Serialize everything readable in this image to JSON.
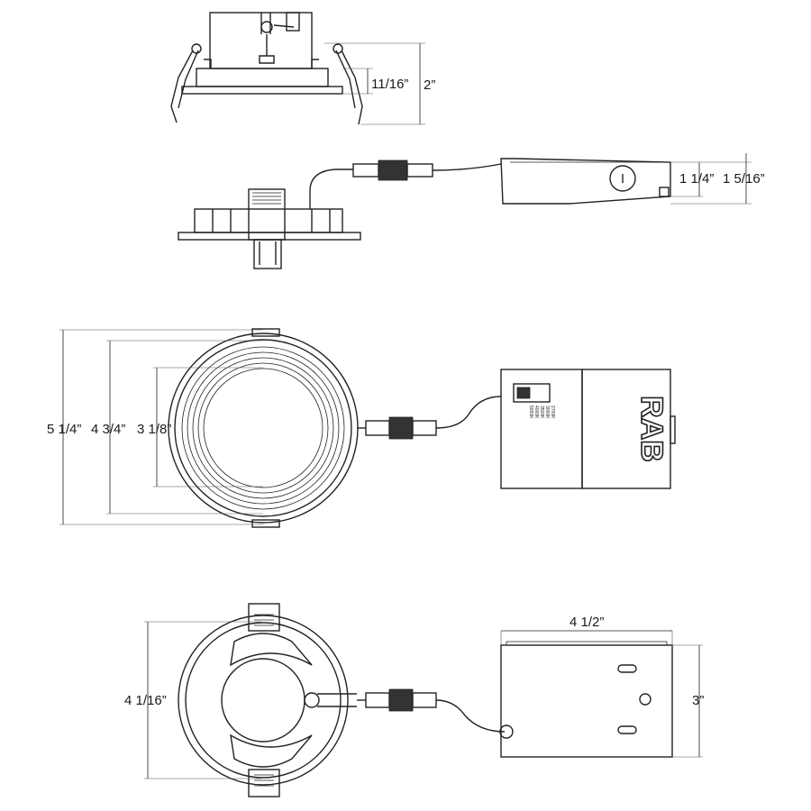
{
  "side_view": {
    "dim_height_trim": "11/16”",
    "dim_height_total": "2”"
  },
  "junction_box_side": {
    "dim_height_inner": "1 1/4”",
    "dim_height_outer": "1 5/16”"
  },
  "front_view": {
    "dim_outer_diameter": "5 1/4”",
    "dim_trim_diameter": "4 3/4”",
    "dim_aperture": "3 1/8”",
    "logo_text": "RAB",
    "cct_options": [
      "5000K",
      "4000K",
      "3500K",
      "3000K",
      "2700K"
    ]
  },
  "rear_view": {
    "dim_cutout": "4 1/16”",
    "dim_box_width": "4 1/2”",
    "dim_box_height": "3”"
  }
}
